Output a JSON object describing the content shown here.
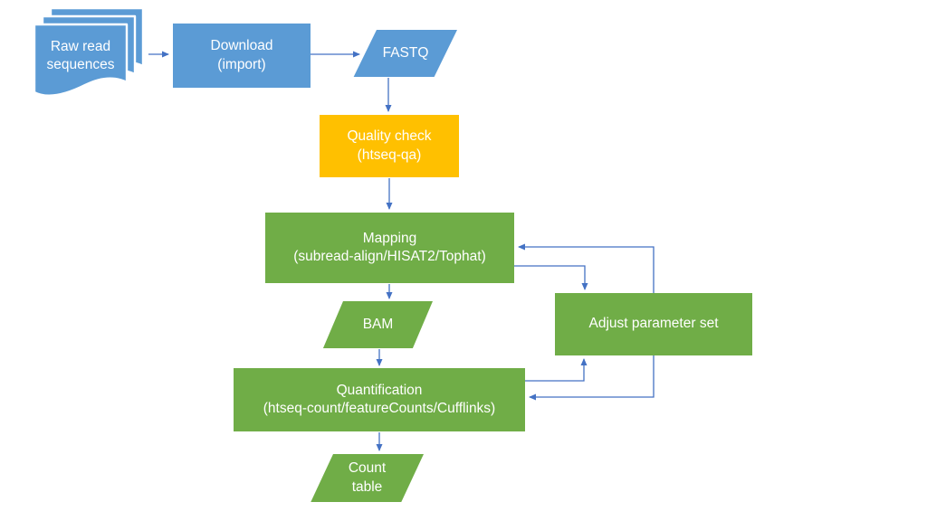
{
  "colors": {
    "blue": "#5B9BD5",
    "orange": "#FFC000",
    "green": "#70AD47",
    "connector": "#4472C4",
    "label_text": "#FFFFFF",
    "background": "#FFFFFF"
  },
  "nodes": {
    "raw_reads": {
      "shape": "multi-document",
      "color_key": "blue",
      "lines": [
        "Raw read",
        "sequences"
      ]
    },
    "download": {
      "shape": "rectangle",
      "color_key": "blue",
      "lines": [
        "Download",
        "(import)"
      ]
    },
    "fastq": {
      "shape": "parallelogram",
      "color_key": "blue",
      "lines": [
        "FASTQ"
      ]
    },
    "quality_check": {
      "shape": "rectangle",
      "color_key": "orange",
      "lines": [
        "Quality check",
        "(htseq-qa)"
      ]
    },
    "mapping": {
      "shape": "rectangle",
      "color_key": "green",
      "lines": [
        "Mapping",
        "(subread-align/HISAT2/Tophat)"
      ]
    },
    "bam": {
      "shape": "parallelogram",
      "color_key": "green",
      "lines": [
        "BAM"
      ]
    },
    "adjust_parameters": {
      "shape": "rectangle",
      "color_key": "green",
      "lines": [
        "Adjust parameter set"
      ]
    },
    "quantification": {
      "shape": "rectangle",
      "color_key": "green",
      "lines": [
        "Quantification",
        "(htseq-count/featureCounts/Cufflinks)"
      ]
    },
    "count_table": {
      "shape": "parallelogram",
      "color_key": "green",
      "lines": [
        "Count",
        "table"
      ]
    }
  },
  "edges": [
    {
      "from": "raw_reads",
      "to": "download"
    },
    {
      "from": "download",
      "to": "fastq"
    },
    {
      "from": "fastq",
      "to": "quality_check"
    },
    {
      "from": "quality_check",
      "to": "mapping"
    },
    {
      "from": "mapping",
      "to": "bam"
    },
    {
      "from": "bam",
      "to": "quantification"
    },
    {
      "from": "quantification",
      "to": "count_table"
    },
    {
      "from": "mapping",
      "to": "adjust_parameters"
    },
    {
      "from": "adjust_parameters",
      "to": "mapping"
    },
    {
      "from": "quantification",
      "to": "adjust_parameters"
    },
    {
      "from": "adjust_parameters",
      "to": "quantification"
    }
  ]
}
